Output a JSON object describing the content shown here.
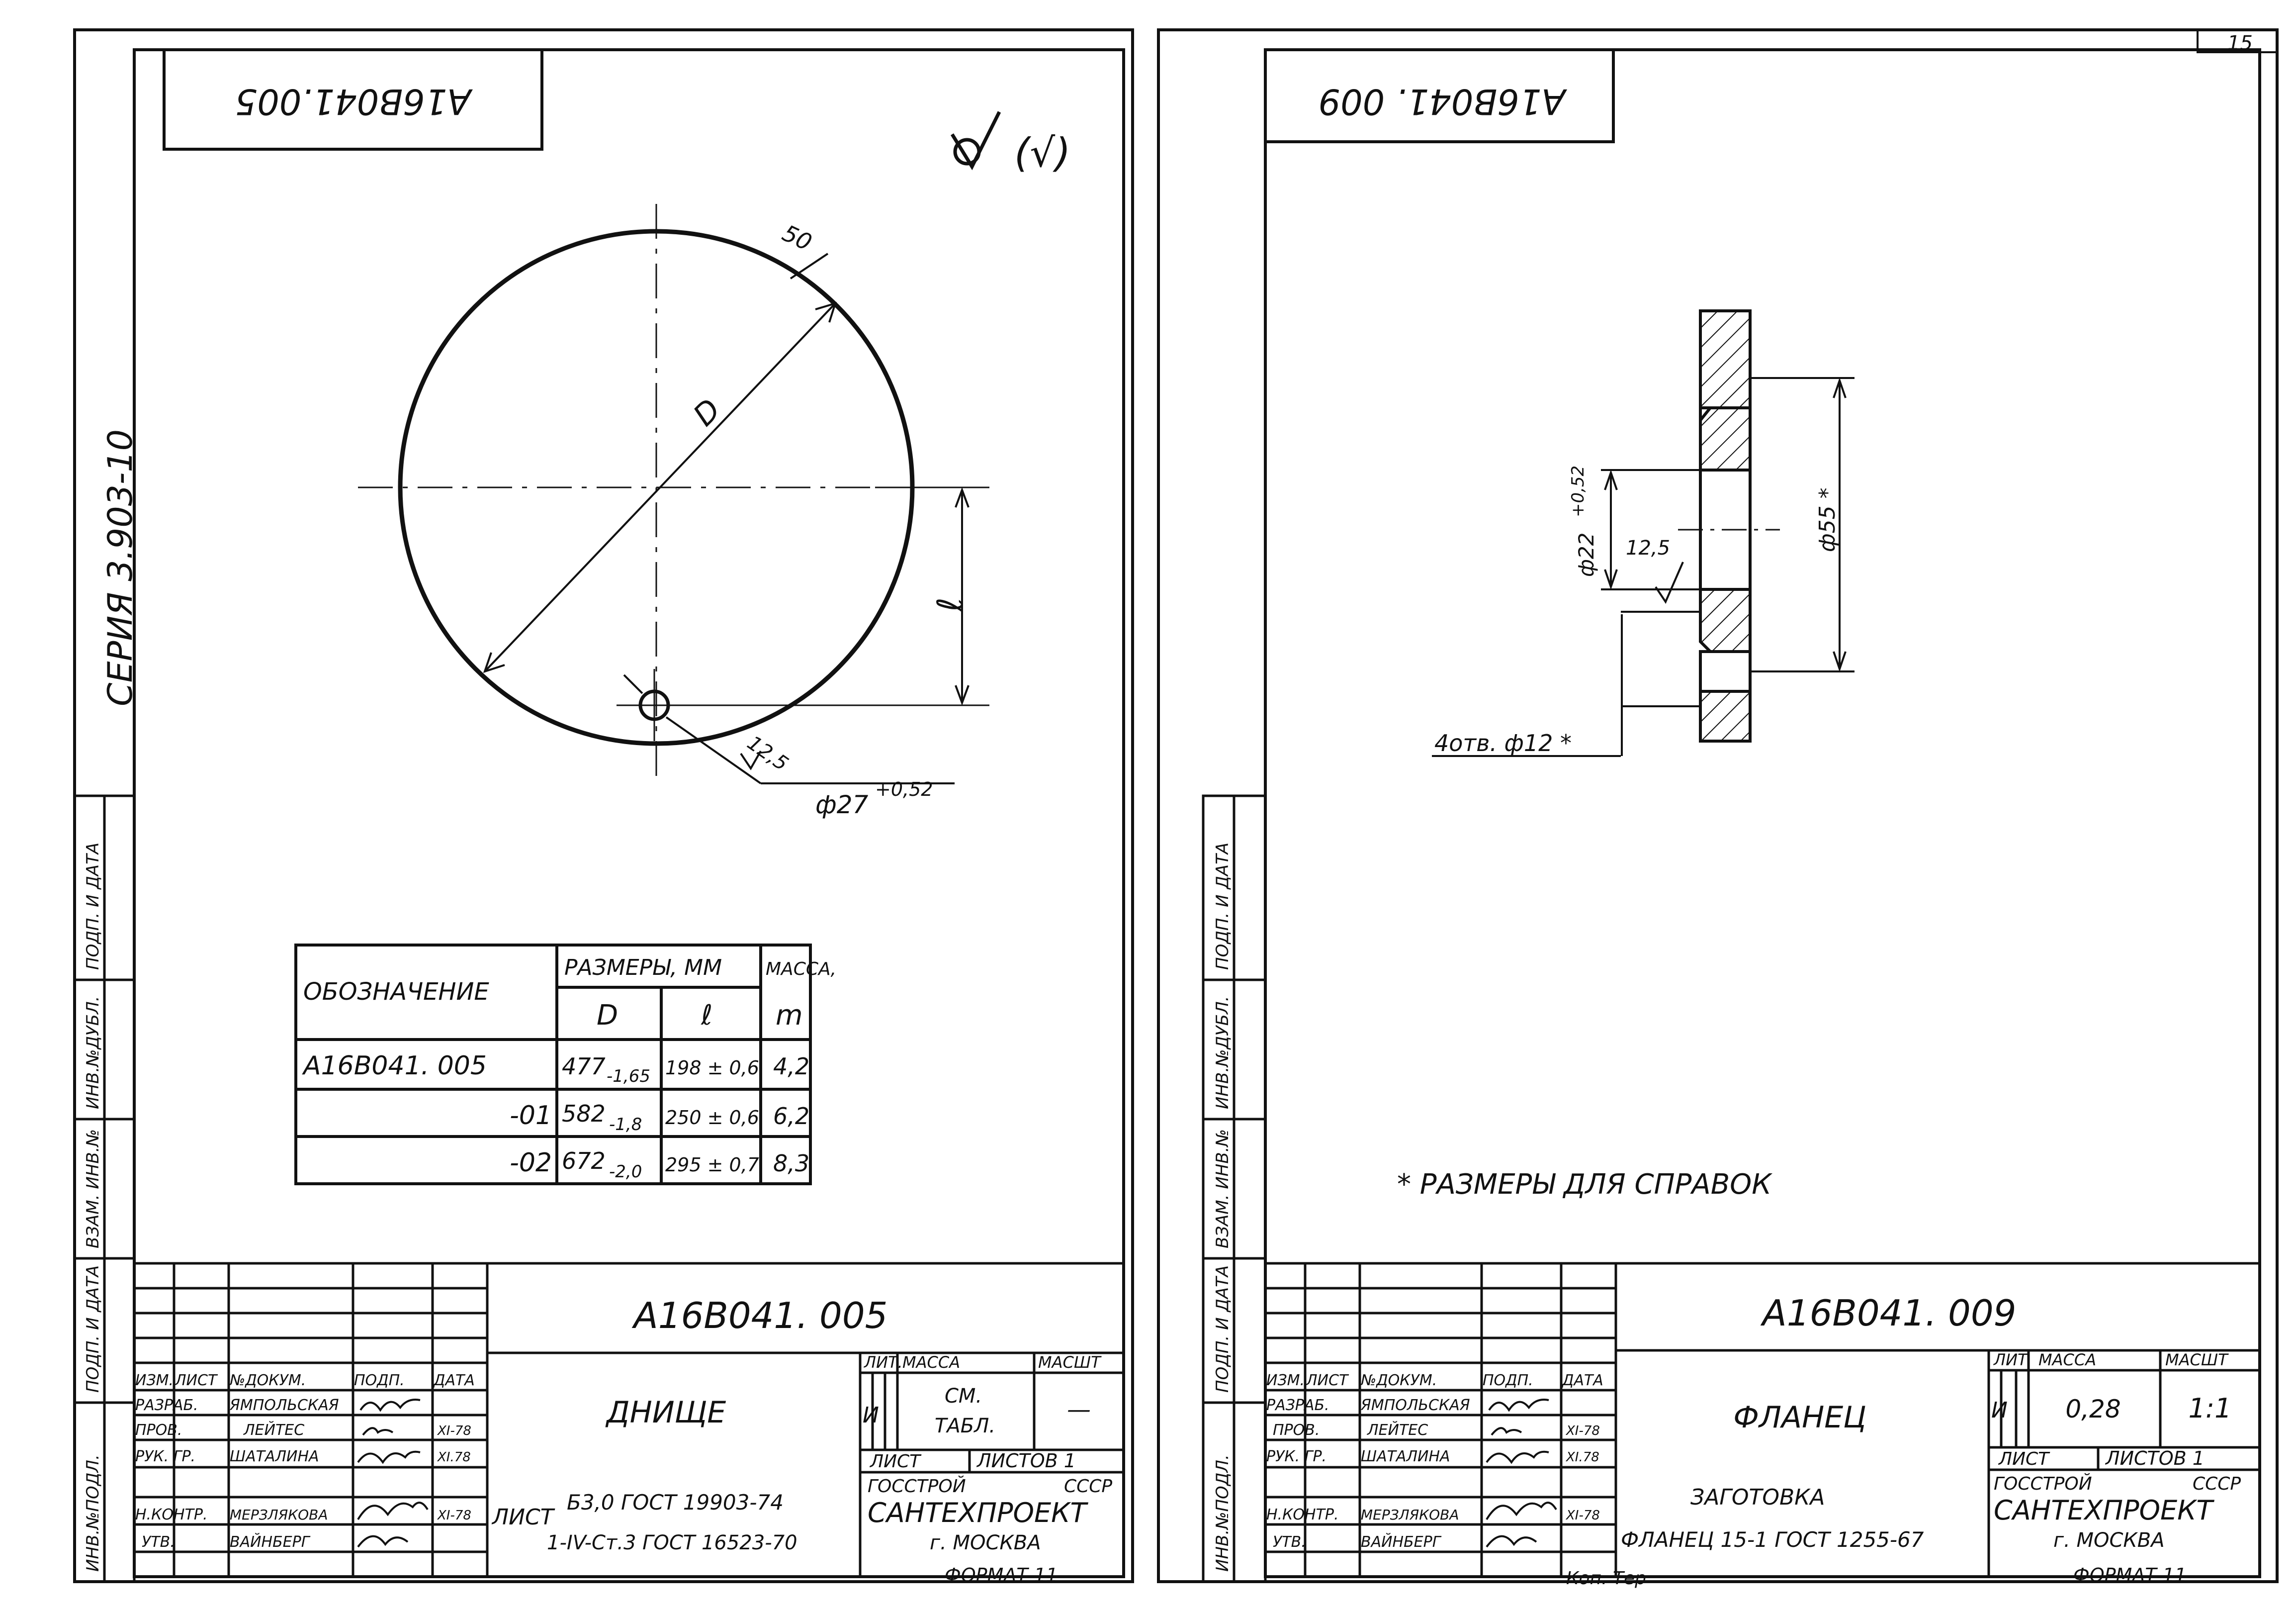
{
  "page_number": "15",
  "series_label": "СЕРИЯ 3.903-10",
  "margin_labels": [
    "ИНВ.№ПОДЛ.",
    "ПОДП. И ДАТА",
    "ВЗАМ. ИНВ.№",
    "ИНВ.№ДУБЛ.",
    "ПОДП. И ДАТА"
  ],
  "left": {
    "stamp_code": "А16В041.005",
    "roughness": "(√)",
    "dims": {
      "d": "D",
      "l": "ℓ",
      "r50": "50",
      "r125": "12,5",
      "hole": "ф27",
      "hole_tol": "+0,52"
    },
    "table": {
      "h_designation": "ОБОЗНАЧЕНИЕ",
      "h_sizes": "РАЗМЕРЫ, ММ",
      "h_mass": "МАССА,",
      "h_d": "D",
      "h_l": "ℓ",
      "h_m": "m",
      "rows": [
        {
          "des": "А16В041. 005",
          "d": "477",
          "d_tol": "-1,65",
          "l": "198 ± 0,6",
          "m": "4,2"
        },
        {
          "des": "-01",
          "d": "582",
          "d_tol": "-1,8",
          "l": "250 ± 0,6",
          "m": "6,2"
        },
        {
          "des": "-02",
          "d": "672",
          "d_tol": "-2,0",
          "l": "295 ± 0,7",
          "m": "8,3"
        }
      ]
    },
    "title_block": {
      "code": "А16В041. 005",
      "name": "ДНИЩЕ",
      "h_izm": "ИЗМ.",
      "h_list": "ЛИСТ",
      "h_doc": "№ДОКУМ.",
      "h_sign": "ПОДП.",
      "h_date": "ДАТА",
      "r_razrab": "РАЗРАБ.",
      "n_razrab": "ЯМПОЛЬСКАЯ",
      "r_prov": "ПРОВ.",
      "n_prov": "ЛЕЙТЕС",
      "d_prov": "XI-78",
      "r_ruk": "РУК. ГР.",
      "n_ruk": "ШАТАЛИНА",
      "d_ruk": "XI.78",
      "r_nkontr": "Н.КОНТР.",
      "n_nkontr": "МЕРЗЛЯКОВА",
      "d_nkontr": "XI-78",
      "r_utv": "УТВ.",
      "n_utv": "ВАЙНБЕРГ",
      "material_prefix": "ЛИСТ",
      "material_1": "Б3,0 ГОСТ 19903-74",
      "material_2": "1-IV-Ст.3 ГОСТ 16523-70",
      "h_lit": "ЛИТ.",
      "h_massa": "МАССА",
      "h_masht": "МАСШТ",
      "lit": "И",
      "massa_1": "СМ.",
      "massa_2": "ТАБЛ.",
      "masht": "—",
      "sheet": "ЛИСТ",
      "sheets": "ЛИСТОВ 1",
      "org_1": "ГОССТРОЙ",
      "org_1b": "СССР",
      "org_2": "САНТЕХПРОЕКТ",
      "org_3": "г. МОСКВА"
    },
    "format": "ФОРМАТ 11"
  },
  "right": {
    "stamp_code": "А16В041. 009",
    "dims": {
      "d22": "ф22",
      "d22_tol": "+0,52",
      "r125": "12,5",
      "d55": "ф55 *",
      "holes": "4отв. ф12 *"
    },
    "note": "* РАЗМЕРЫ ДЛЯ СПРАВОК",
    "title_block": {
      "code": "А16В041. 009",
      "name": "ФЛАНЕЦ",
      "h_izm": "ИЗМ.",
      "h_list": "ЛИСТ",
      "h_doc": "№ДОКУМ.",
      "h_sign": "ПОДП.",
      "h_date": "ДАТА",
      "r_razrab": "РАЗРАБ.",
      "n_razrab": "ЯМПОЛЬСКАЯ",
      "r_prov": "ПРОВ.",
      "n_prov": "ЛЕЙТЕС",
      "d_prov": "XI-78",
      "r_ruk": "РУК. ГР.",
      "n_ruk": "ШАТАЛИНА",
      "d_ruk": "XI.78",
      "r_nkontr": "Н.КОНТР.",
      "n_nkontr": "МЕРЗЛЯКОВА",
      "d_nkontr": "XI-78",
      "r_utv": "УТВ.",
      "n_utv": "ВАЙНБЕРГ",
      "material_1": "ЗАГОТОВКА",
      "material_2": "ФЛАНЕЦ 15-1 ГОСТ 1255-67",
      "h_lit": "ЛИТ",
      "h_massa": "МАССА",
      "h_masht": "МАСШТ",
      "lit": "И",
      "massa": "0,28",
      "masht": "1:1",
      "sheet": "ЛИСТ",
      "sheets": "ЛИСТОВ 1",
      "org_1": "ГОССТРОЙ",
      "org_1b": "СССР",
      "org_2": "САНТЕХПРОЕКТ",
      "org_3": "г. МОСКВА"
    },
    "copy_mark": "Коп. Тер",
    "format": "ФОРМАТ 11"
  }
}
